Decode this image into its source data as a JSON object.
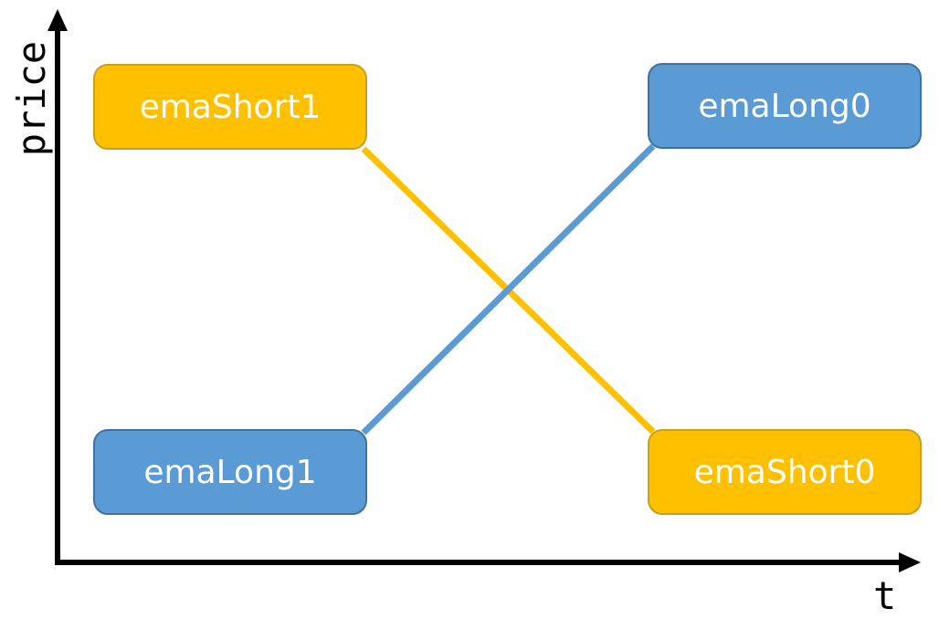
{
  "axes": {
    "x_label": "t",
    "y_label": "price"
  },
  "nodes": {
    "ema_short_1": "emaShort1",
    "ema_long_0": "emaLong0",
    "ema_long_1": "emaLong1",
    "ema_short_0": "emaShort0"
  },
  "connections": [
    {
      "from": "emaShort1",
      "to": "emaShort0",
      "color": "#FFC000"
    },
    {
      "from": "emaLong1",
      "to": "emaLong0",
      "color": "#5B9BD5"
    }
  ],
  "colors": {
    "short_fill": "#FFC000",
    "long_fill": "#5B9BD5",
    "axis": "#000000",
    "node_text": "#FFFFFF"
  }
}
